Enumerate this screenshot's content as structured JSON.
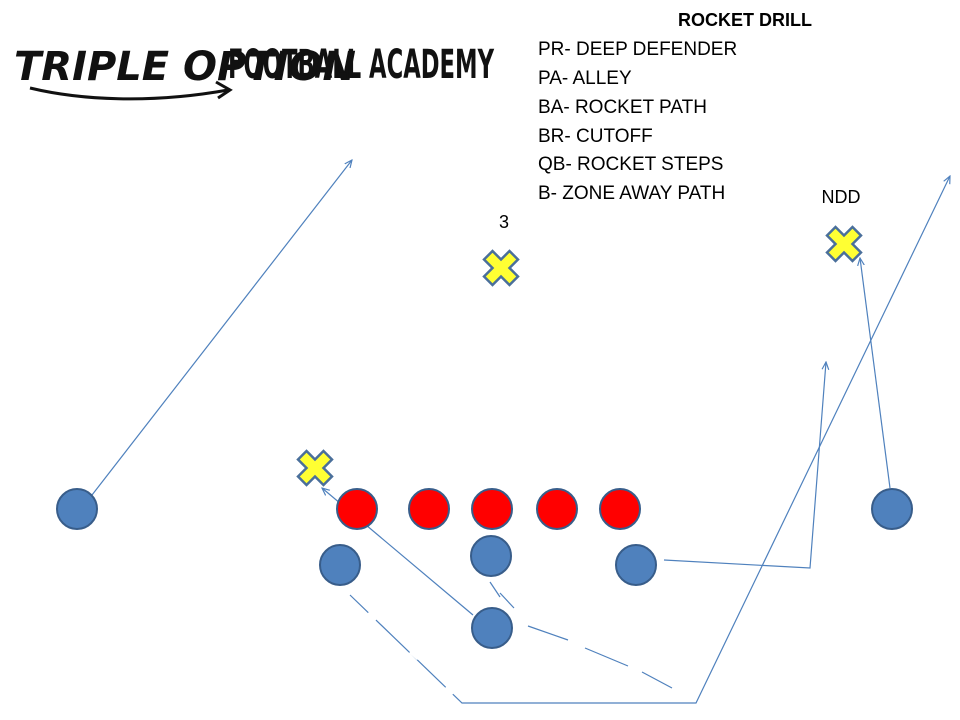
{
  "logo": {
    "left_text": "TRIPLE OPTION",
    "right_text": "FOOTBALL ACADEMY"
  },
  "drill": {
    "title": "ROCKET DRILL",
    "assignments": [
      "PR- DEEP DEFENDER",
      "PA- ALLEY",
      "BA- ROCKET PATH",
      "BR- CUTOFF",
      "QB- ROCKET STEPS",
      "B- ZONE AWAY PATH"
    ]
  },
  "defender_labels": {
    "safety": "3",
    "deep_defender": "NDD"
  },
  "colors": {
    "offense_fill": "#4f81bd",
    "offense_stroke": "#385d8a",
    "line_fill": "#ff0000",
    "defender_fill": "#ffff33",
    "defender_stroke": "#4a6f9b",
    "route_color": "#4f81bd"
  }
}
